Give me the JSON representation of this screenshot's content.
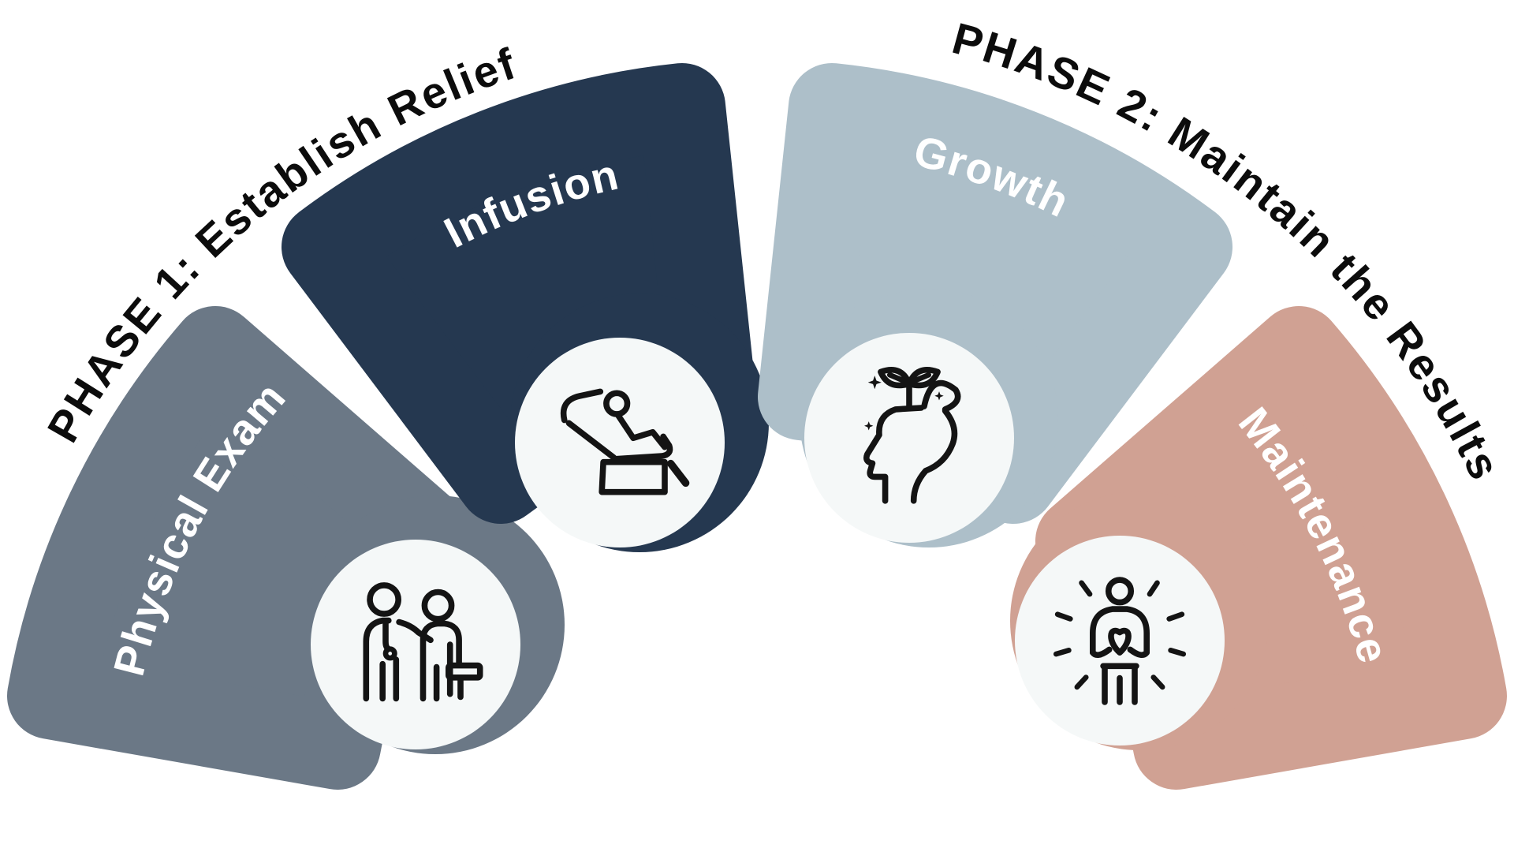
{
  "diagram": {
    "phase1": {
      "title": "PHASE 1: Establish Relief"
    },
    "phase2": {
      "title": "PHASE 2: Maintain the Results"
    },
    "segments": [
      {
        "label": "Physical Exam",
        "color": "#6b7886",
        "icon": "doctor-patient-exam-icon"
      },
      {
        "label": "Infusion",
        "color": "#253850",
        "icon": "infusion-chair-icon"
      },
      {
        "label": "Growth",
        "color": "#adbfc9",
        "icon": "head-plant-growth-icon"
      },
      {
        "label": "Maintenance",
        "color": "#d0a193",
        "icon": "heart-hands-icon"
      }
    ],
    "colors": {
      "background": "#ffffff",
      "icon_circle": "#f5f8f8",
      "icon_stroke": "#141414",
      "title_text": "#0c0c0c",
      "label_text": "#ffffff"
    }
  }
}
